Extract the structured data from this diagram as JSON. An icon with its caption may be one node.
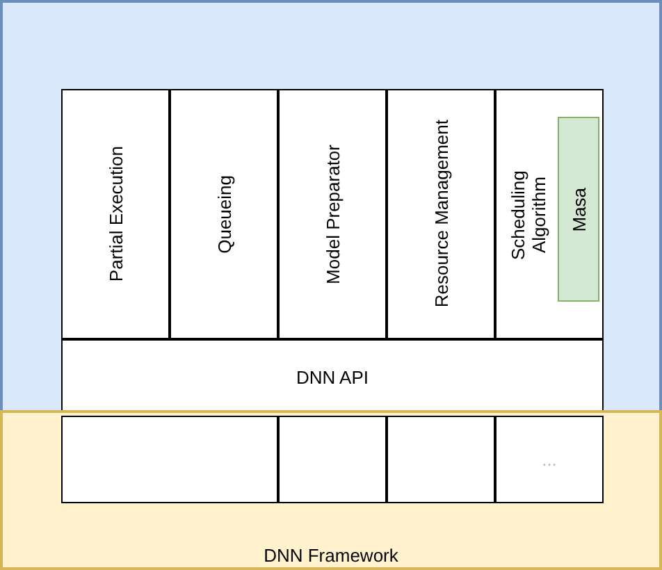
{
  "diagram": {
    "nodes": [
      {
        "text": [],
        "shape": "box"
      },
      {
        "text": [
          "Partial Execution"
        ],
        "in": 0
      },
      {
        "text": [
          "Queueing"
        ],
        "in": 0
      },
      {
        "text": [
          "Model Preparator"
        ],
        "in": 0
      },
      {
        "text": [
          "Resource Management"
        ],
        "in": 0
      },
      {
        "text": [
          "Scheduling Algorithm"
        ],
        "in": 0
      },
      {
        "text": [
          "Masa"
        ],
        "in": 5
      },
      {
        "text": [
          "DNN API"
        ],
        "in": 0
      },
      {
        "text": [
          "DNN Framework"
        ]
      },
      {
        "text": [],
        "shape": "box",
        "in": 8
      },
      {
        "text": [],
        "shape": "box",
        "in": 8
      },
      {
        "text": [],
        "shape": "box",
        "in": 8
      },
      {
        "text": [
          "..."
        ],
        "in": 8
      }
    ]
  }
}
